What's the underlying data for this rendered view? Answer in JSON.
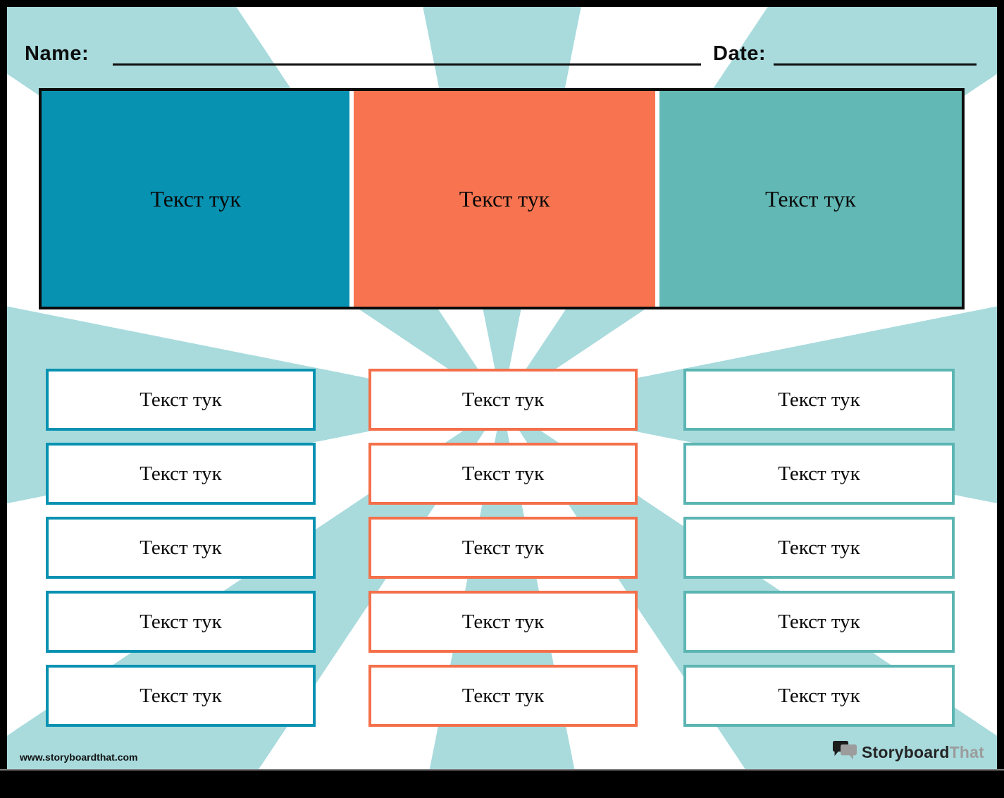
{
  "header": {
    "name_label": "Name:",
    "date_label": "Date:"
  },
  "title_blocks": [
    {
      "label": "Текст тук",
      "color": "#0892b2"
    },
    {
      "label": "Текст тук",
      "color": "#f87450"
    },
    {
      "label": "Текст тук",
      "color": "#62b8b5"
    }
  ],
  "columns": [
    {
      "border_color": "#0892b2",
      "boxes": [
        "Текст тук",
        "Текст тук",
        "Текст тук",
        "Текст тук",
        "Текст тук"
      ]
    },
    {
      "border_color": "#f4704b",
      "boxes": [
        "Текст тук",
        "Текст тук",
        "Текст тук",
        "Текст тук",
        "Текст тук"
      ]
    },
    {
      "border_color": "#5bb5b2",
      "boxes": [
        "Текст тук",
        "Текст тук",
        "Текст тук",
        "Текст тук",
        "Текст тук"
      ]
    }
  ],
  "footer": {
    "website": "www.storyboardthat.com",
    "logo_part1": "Storyboard",
    "logo_part2": "That"
  },
  "colors": {
    "ray_teal": "#a9dbdd",
    "page_background": "#ffffff",
    "page_border": "#000000",
    "accent_blue": "#0892b2",
    "accent_orange": "#f87450",
    "accent_teal": "#62b8b5",
    "logo_gray": "#9c9c9c"
  }
}
